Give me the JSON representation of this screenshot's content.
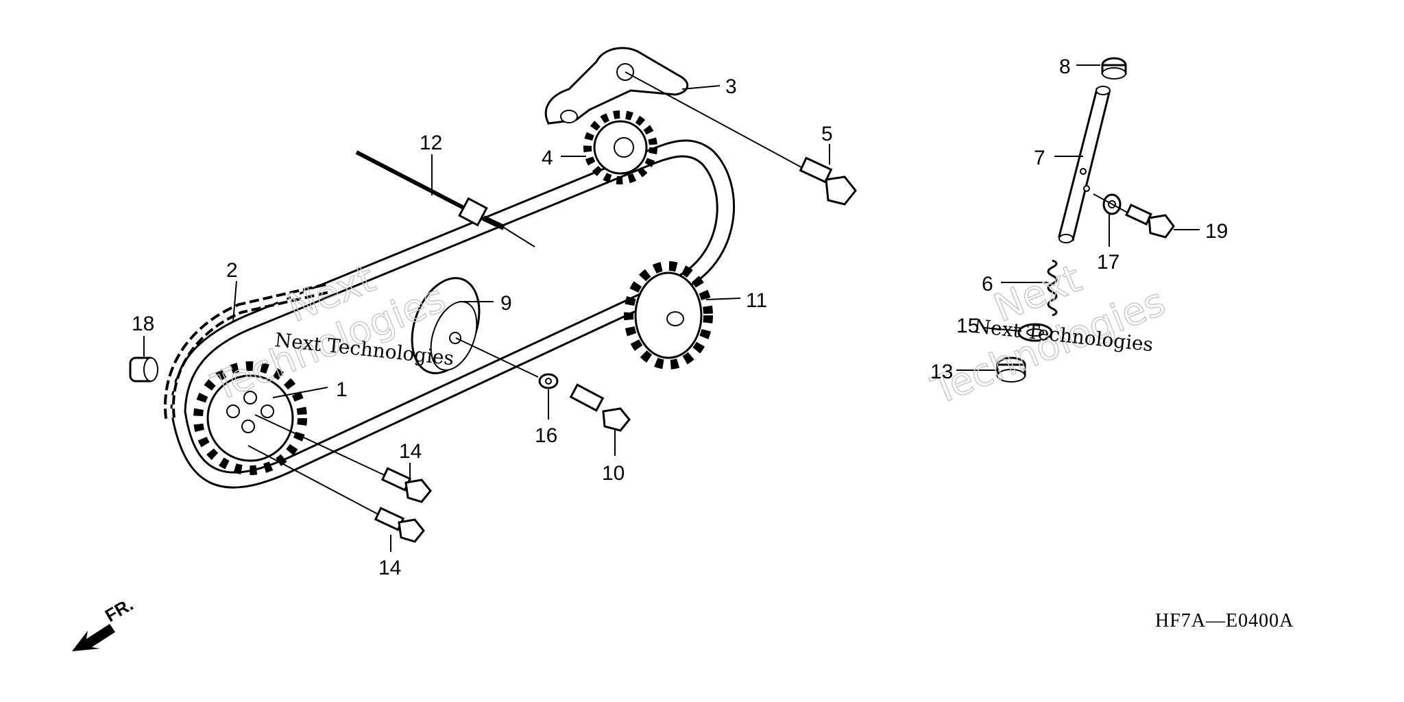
{
  "callouts": {
    "c1": "1",
    "c2": "2",
    "c3": "3",
    "c4": "4",
    "c5": "5",
    "c6": "6",
    "c7": "7",
    "c8": "8",
    "c9": "9",
    "c10": "10",
    "c11": "11",
    "c12": "12",
    "c13": "13",
    "c14a": "14",
    "c14b": "14",
    "c15": "15",
    "c16": "16",
    "c17": "17",
    "c18": "18",
    "c19": "19"
  },
  "diagram_code": "HF7A—E0400A",
  "front_label": "FR.",
  "watermark": {
    "line1": "Next",
    "line2": "Technologies",
    "small": "Next Technologies"
  },
  "icons": {
    "front_arrow": "front-direction-arrow-icon"
  }
}
